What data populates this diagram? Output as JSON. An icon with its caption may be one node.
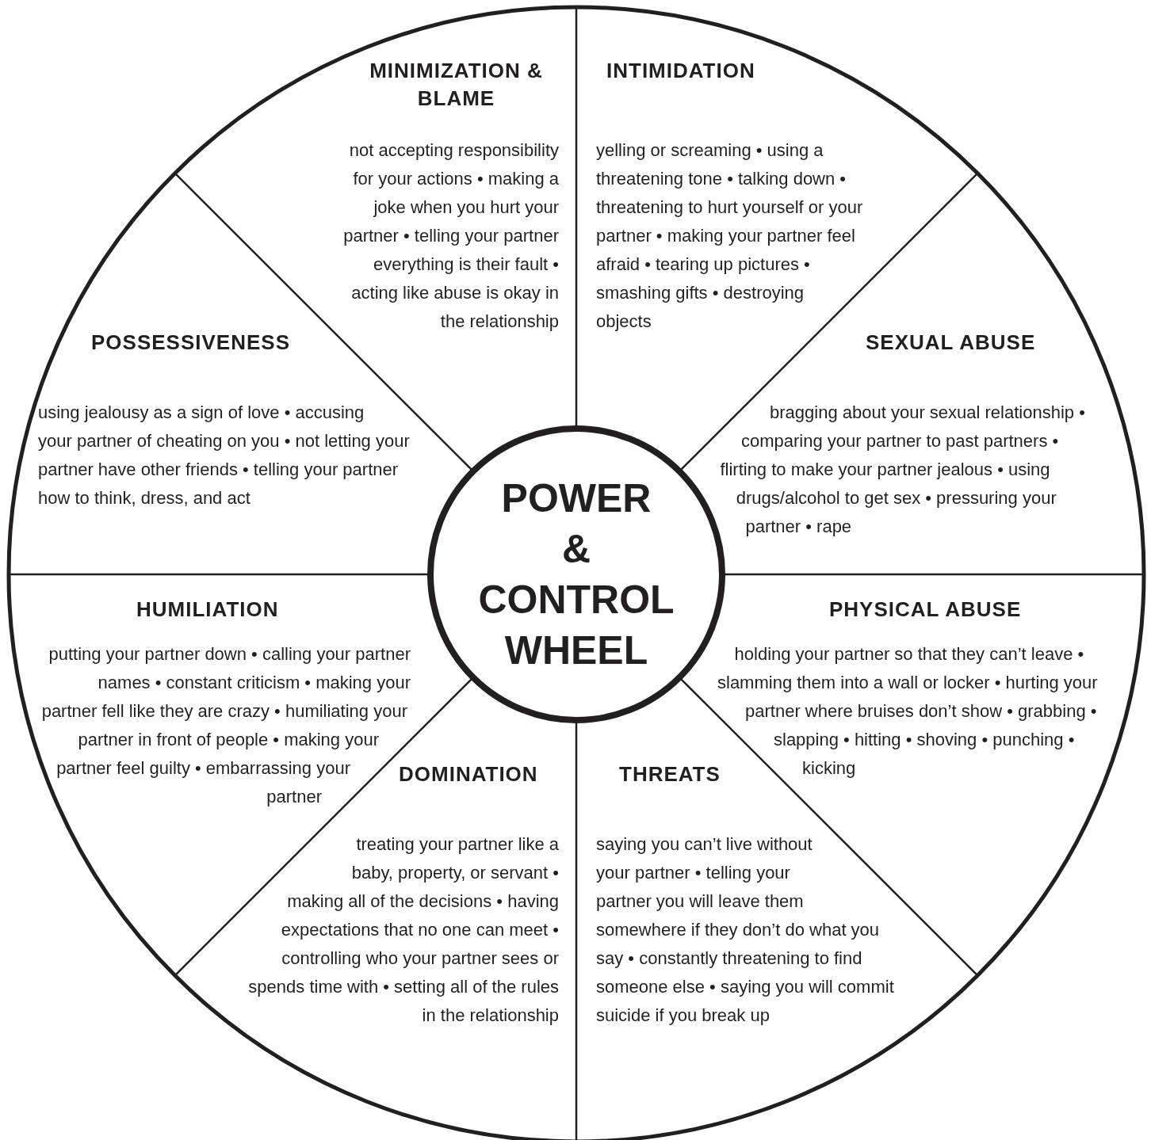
{
  "diagram": {
    "nodes": [
      {
        "text": [
          "MINIMIZATION & BLAME",
          "not accepting responsibility for your actions • making a joke when you hurt your partner • telling your partner everything is their fault • acting like abuse is okay in the relationship"
        ]
      },
      {
        "text": [
          "INTIMIDATION",
          "yelling or screaming • using a threatening tone • talking down • threatening to hurt yourself or your partner • making your partner feel afraid • tearing up pictures • smashing gifts • destroying objects"
        ]
      },
      {
        "text": [
          "POSSESSIVENESS",
          "using jealousy as a sign of love • accusing your partner of cheating on you • not letting your partner have other friends • telling your partner how to think, dress, and act"
        ]
      },
      {
        "text": [
          "SEXUAL ABUSE",
          "bragging about your sexual relationship • comparing your partner to past partners • flirting to make your partner jealous • using drugs/alcohol to get sex • pressuring your partner • rape"
        ]
      },
      {
        "text": [
          "POWER & CONTROL WHEEL"
        ]
      },
      {
        "text": [
          "HUMILIATION",
          "putting your partner down • calling your partner names • constant criticism • making your partner fell like they are crazy • humiliating your partner in front of people • making your partner feel guilty • embarrassing your partner"
        ]
      },
      {
        "text": [
          "PHYSICAL ABUSE",
          "holding your partner so that they can’t leave • slamming them into a wall or locker • hurting your partner where bruises don’t show • grabbing • slapping • hitting • shoving • punching • kicking"
        ]
      },
      {
        "text": [
          "DOMINATION",
          "treating your partner like a baby, property, or servant • making all of the decisions • having expectations that no one can meet • controlling who your partner sees or spends time with • setting all of the rules in the relationship"
        ]
      },
      {
        "text": [
          "THREATS",
          "saying you can’t live without your partner • telling your partner you will leave them somewhere if they don’t do what you say • constantly threatening to find someone else • saying you will commit suicide if you break up"
        ]
      }
    ]
  }
}
